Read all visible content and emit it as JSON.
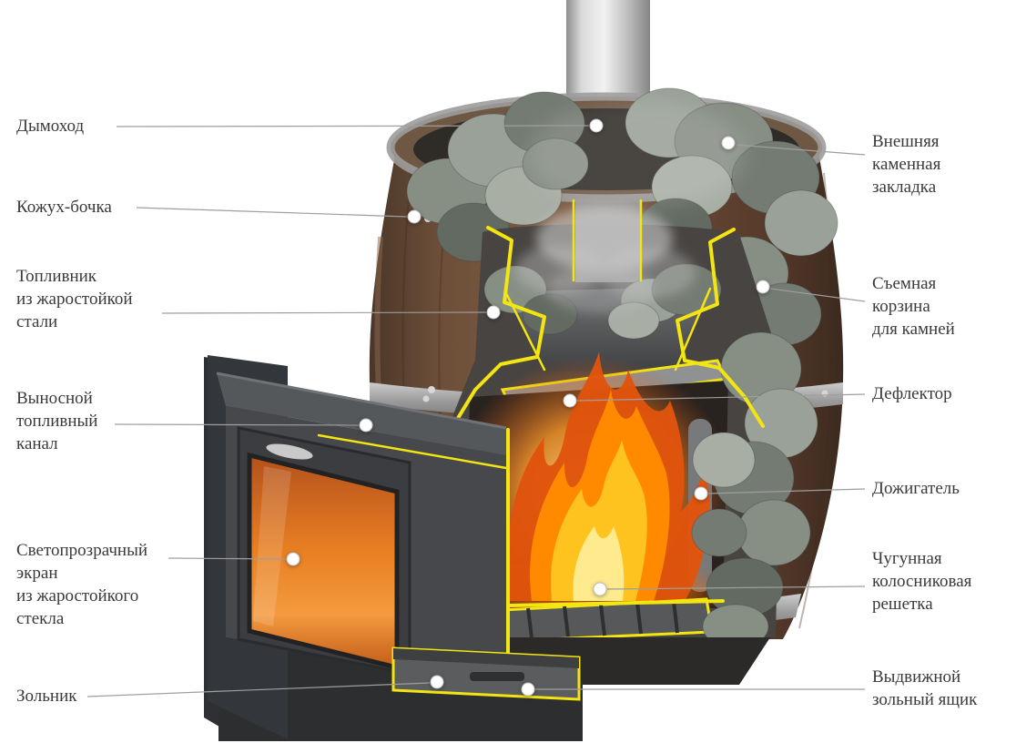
{
  "labels": {
    "left": [
      {
        "id": "chimney",
        "text": "Дымоход"
      },
      {
        "id": "barrel-casing",
        "text": "Кожух-бочка"
      },
      {
        "id": "firebox",
        "text": "Топливник\nиз жаростойкой\nстали"
      },
      {
        "id": "fuel-channel",
        "text": "Выносной\nтопливный\nканал"
      },
      {
        "id": "glass-screen",
        "text": "Светопрозрачный\nэкран\nиз жаростойкого\nстекла"
      },
      {
        "id": "ash-pan",
        "text": "Зольник"
      }
    ],
    "right": [
      {
        "id": "outer-stones",
        "text": "Внешняя\nкаменная\nзакладка"
      },
      {
        "id": "stone-basket",
        "text": "Съемная\nкорзина\nдля камней"
      },
      {
        "id": "deflector",
        "text": "Дефлектор"
      },
      {
        "id": "afterburner",
        "text": "Дожигатель"
      },
      {
        "id": "grate",
        "text": "Чугунная\nколосниковая\nрешетка"
      },
      {
        "id": "ash-drawer",
        "text": "Выдвижной\nзольный ящик"
      }
    ]
  },
  "colors": {
    "label-text": "#3a3a3a",
    "callout-line": "#9e9e9e",
    "marker-fill": "#ffffff",
    "edge-yellow": "#f3e512",
    "fire-orange": "#ff8a00",
    "glass-orange": "#e87f22",
    "wood-brown": "#6d4f39",
    "stone-gray": "#8d948b"
  }
}
